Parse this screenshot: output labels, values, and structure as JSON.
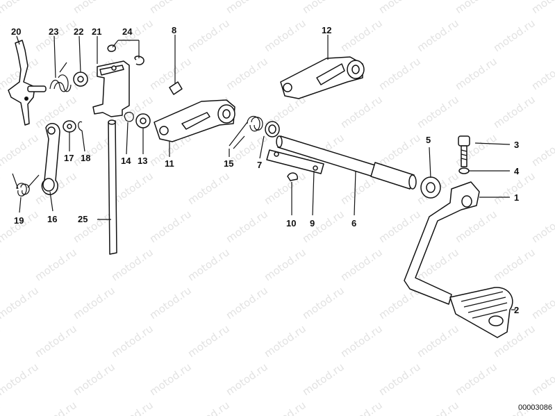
{
  "watermark": "motod.ru",
  "document_number": "00003086",
  "callouts": {
    "c1": "1",
    "c2": "2",
    "c3": "3",
    "c4": "4",
    "c5": "5",
    "c6": "6",
    "c7": "7",
    "c8": "8",
    "c9": "9",
    "c10": "10",
    "c11": "11",
    "c12": "12",
    "c13": "13",
    "c14": "14",
    "c15": "15",
    "c16": "16",
    "c17": "17",
    "c18": "18",
    "c19": "19",
    "c20": "20",
    "c21": "21",
    "c22": "22",
    "c23": "23",
    "c24": "24",
    "c25": "25"
  }
}
